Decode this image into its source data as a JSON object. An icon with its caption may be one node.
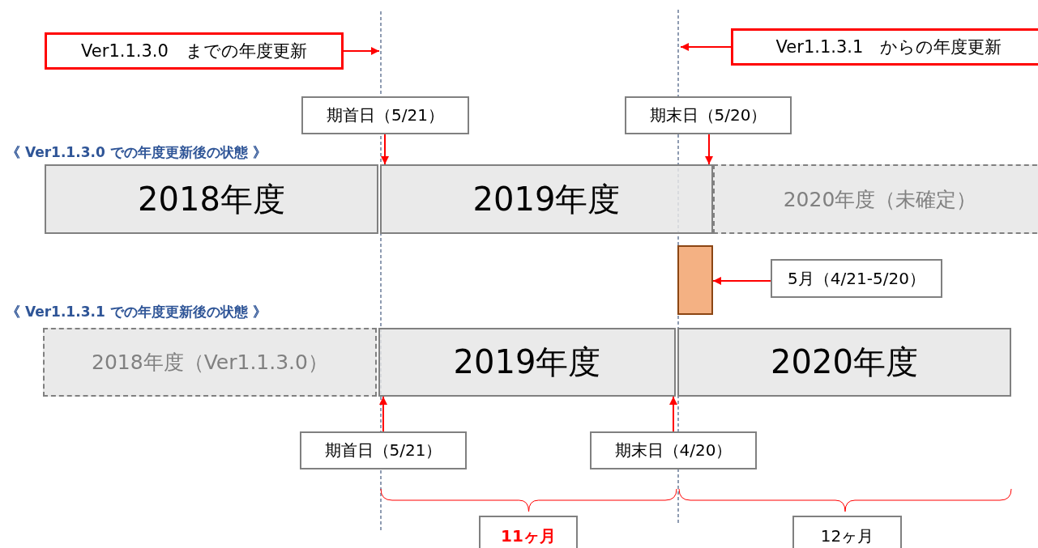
{
  "diagram": {
    "nodes": [
      {
        "text": [
          "Ver1.1.3.0　までの年度更新"
        ]
      },
      {
        "text": [
          "Ver1.1.3.1　からの年度更新"
        ]
      },
      {
        "text": [
          "期首日（5/21）"
        ]
      },
      {
        "text": [
          "期末日（5/20）"
        ]
      },
      {
        "text": [
          "2018年度"
        ]
      },
      {
        "text": [
          "2019年度"
        ]
      },
      {
        "text": [
          "2020年度（未確定）"
        ]
      },
      {
        "text": [],
        "shape": "bar"
      },
      {
        "text": [
          "5月（4/21-5/20）"
        ]
      },
      {
        "text": [
          "2018年度（Ver1.1.3.0）"
        ]
      },
      {
        "text": [
          "2019年度"
        ]
      },
      {
        "text": [
          "2020年度"
        ]
      },
      {
        "text": [
          "期首日（5/21）"
        ]
      },
      {
        "text": [
          "期末日（4/20）"
        ]
      },
      {
        "text": [
          "11ヶ月"
        ]
      },
      {
        "text": [
          "12ヶ月"
        ]
      }
    ],
    "edges": [
      {
        "from": 0,
        "to": null,
        "arrow": "to"
      },
      {
        "from": 1,
        "to": null,
        "arrow": "to"
      },
      {
        "from": 2,
        "to": 5,
        "arrow": "to"
      },
      {
        "from": 3,
        "to": 5,
        "arrow": "to"
      },
      {
        "from": 8,
        "to": 7,
        "arrow": "to"
      },
      {
        "from": 12,
        "to": 10,
        "arrow": "to"
      },
      {
        "from": 13,
        "to": 10,
        "arrow": "to"
      }
    ],
    "labels": [
      "《 Ver1.1.3.0 での年度更新後の状態 》",
      "《 Ver1.1.3.1 での年度更新後の状態 》"
    ]
  }
}
